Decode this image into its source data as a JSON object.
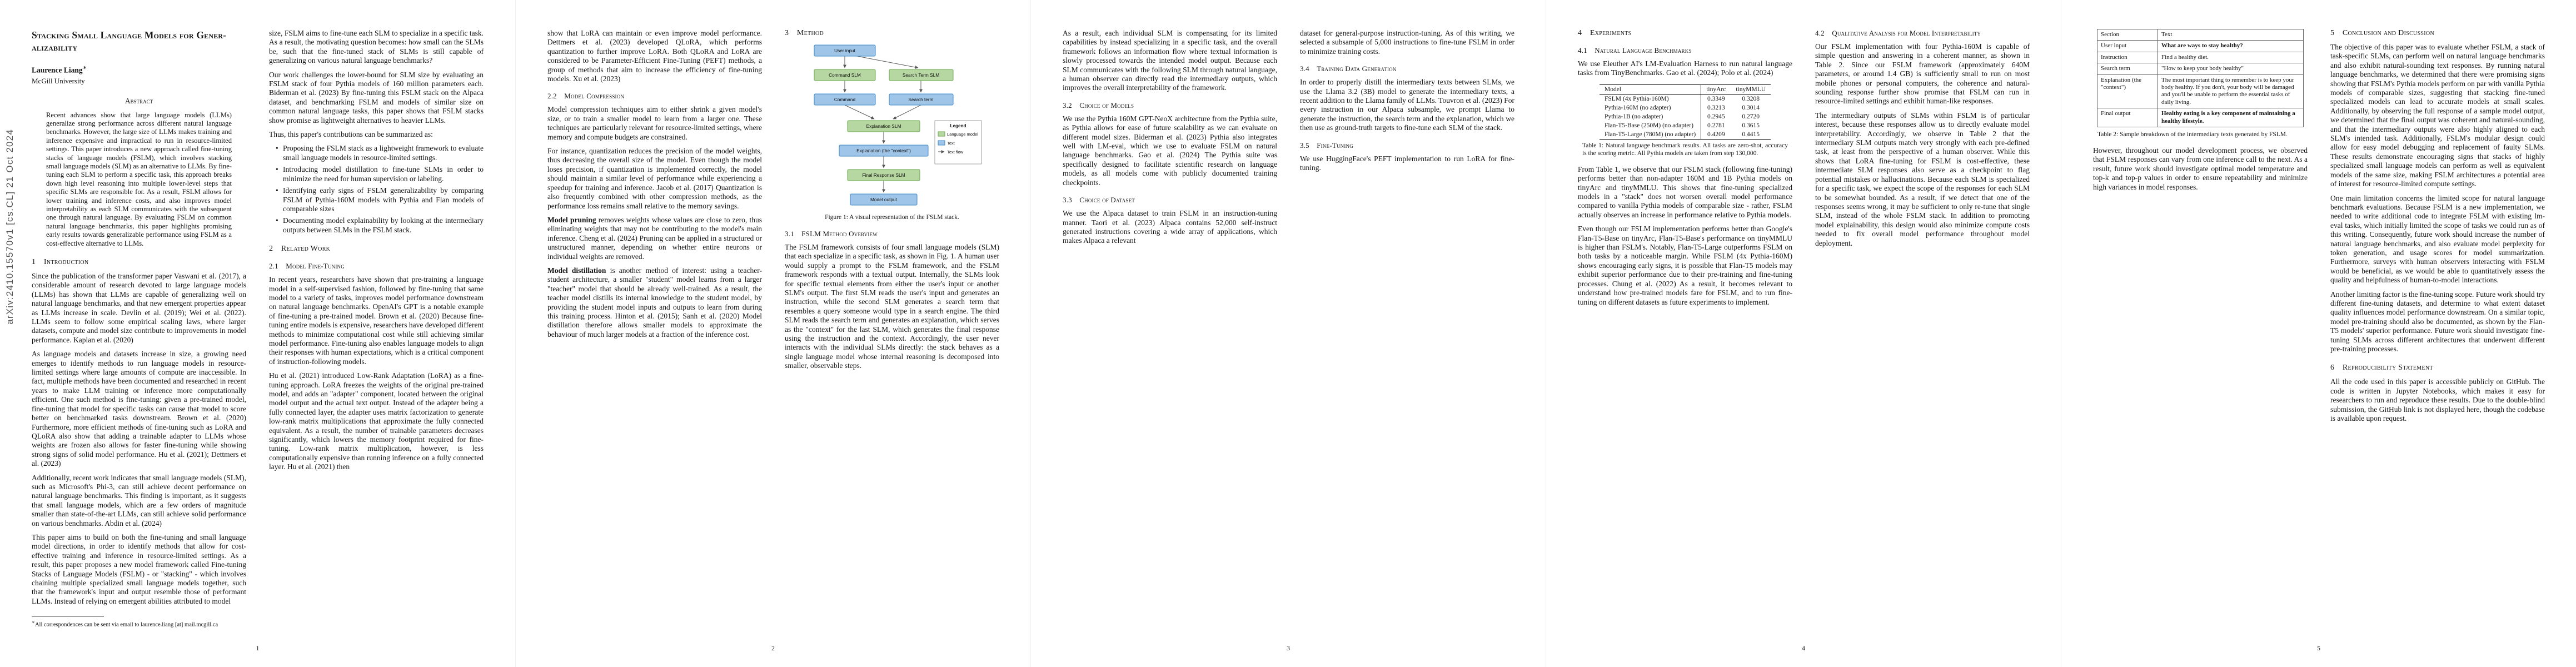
{
  "arxiv": {
    "banner": "arXiv:2410.15570v1  [cs.CL]  21 Oct 2024"
  },
  "title": {
    "line1": "Stacking Small Language Models for Gener-",
    "line2": "alizability"
  },
  "author": {
    "name": "Laurence Liang",
    "mark": "∗",
    "affiliation": "McGill University"
  },
  "footnote": {
    "mark": "∗",
    "text": "All correspondences can be sent via email to laurence.liang [at] mail.mcgill.ca"
  },
  "page_numbers": [
    "1",
    "2",
    "3",
    "4",
    "5"
  ],
  "headings": {
    "abstract": "Abstract",
    "s1": "1  Introduction",
    "s2": "2  Related Work",
    "s2_1": "2.1  Model Fine-Tuning",
    "s2_2": "2.2  Model Compression",
    "s3": "3  Method",
    "s3_1": "3.1  FSLM Method Overview",
    "s3_2": "3.2  Choice of Models",
    "s3_3": "3.3  Choice of Dataset",
    "s3_4": "3.4  Training Data Generation",
    "s3_5": "3.5  Fine-Tuning",
    "s4": "4  Experiments",
    "s4_1": "4.1  Natural Language Benchmarks",
    "s4_2": "4.2  Qualitative Analysis for Model Interpretability",
    "s5": "5  Conclusion and Discussion",
    "s6": "6  Reproducibility Statement"
  },
  "abstract_text": "Recent advances show that large language models (LLMs) generalize strong performance across different natural language benchmarks. However, the large size of LLMs makes training and inference expensive and impractical to run in resource-limited settings. This paper introduces a new approach called fine-tuning stacks of language models (FSLM), which involves stacking small language models (SLM) as an alternative to LLMs. By fine-tuning each SLM to perform a specific task, this approach breaks down high level reasoning into multiple lower-level steps that specific SLMs are responsible for. As a result, FSLM allows for lower training and inference costs, and also improves model interpretability as each SLM communicates with the subsequent one through natural language. By evaluating FSLM on common natural language benchmarks, this paper highlights promising early results towards generalizable performance using FSLM as a cost-effective alternative to LLMs.",
  "intro": {
    "p1": "Since the publication of the transformer paper Vaswani et al. (2017), a considerable amount of research devoted to large language models (LLMs) has shown that LLMs are capable of generalizing well on natural language benchmarks, and that new emergent properties appear as LLMs increase in scale. Devlin et al. (2019); Wei et al. (2022). LLMs seem to follow some empirical scaling laws, where larger datasets, compute and model size contribute to improvements in model performance. Kaplan et al. (2020)",
    "p2": "As language models and datasets increase in size, a growing need emerges to identify methods to run language models in resource-limited settings where large amounts of compute are inaccessible. In fact, multiple methods have been documented and researched in recent years to make LLM training or inference more computationally efficient. One such method is fine-tuning: given a pre-trained model, fine-tuning that model for specific tasks can cause that model to score better on benchmarked tasks downstream. Brown et al. (2020) Furthermore, more efficient methods of fine-tuning such as LoRA and QLoRA also show that adding a trainable adapter to LLMs whose weights are frozen also allows for faster fine-tuning while showing strong signs of solid model performance. Hu et al. (2021); Dettmers et al. (2023)",
    "p3": "Additionally, recent work indicates that small language models (SLM), such as Microsoft's Phi-3, can still achieve decent performance on natural language benchmarks. This finding is important, as it suggests that small language models, which are a few orders of magnitude smaller than state-of-the-art LLMs, can still achieve solid performance on various benchmarks. Abdin et al. (2024)",
    "p4": "This paper aims to build on both the fine-tuning and small language model directions, in order to identify methods that allow for cost-effective training and inference in resource-limited settings. As a result, this paper proposes a new model framework called Fine-tuning Stacks of Language Models (FSLM) - or \"stacking\" - which involves chaining multiple specialized small language models together, such that the framework's input and output resemble those of performant LLMs. Instead of relying on emergent abilities attributed to model"
  },
  "contrib": {
    "cont": "size, FSLM aims to fine-tune each SLM to specialize in a specific task. As a result, the motivating question becomes: how small can the SLMs be, such that the fine-tuned stack of SLMs is still capable of generalizing on various natural language benchmarks?",
    "p2": "Our work challenges the lower-bound for SLM size by evaluating an FSLM stack of four Pythia models of 160 million parameters each. Biderman et al. (2023) By fine-tuning this FSLM stack on the Alpaca dataset, and benchmarking FSLM and models of similar size on common natural language tasks, this paper shows that FSLM stacks show promise as lightweight alternatives to heavier LLMs.",
    "lead": "Thus, this paper's contributions can be summarized as:",
    "bullets": [
      "Proposing the FSLM stack as a lightweight framework to evaluate small language models in resource-limited settings.",
      "Introducing model distillation to fine-tune SLMs in order to minimize the need for human supervision or labeling.",
      "Identifying early signs of FSLM generalizability by comparing FSLM of Pythia-160M models with Pythia and Flan models of comparable sizes",
      "Documenting model explainability by looking at the intermediary outputs between SLMs in the FSLM stack."
    ]
  },
  "related": {
    "ft_p1": "In recent years, researchers have shown that pre-training a language model in a self-supervised fashion, followed by fine-tuning that same model to a variety of tasks, improves model performance downstream on natural language benchmarks. OpenAI's GPT is a notable example of fine-tuning a pre-trained model. Brown et al. (2020) Because fine-tuning entire models is expensive, researchers have developed different methods to minimize computational cost while still achieving similar model performance. Fine-tuning also enables language models to align their responses with human expectations, which is a critical component of instruction-following models.",
    "ft_p2a": "Hu et al. (2021) introduced Low-Rank Adaptation (LoRA) as a fine-tuning approach. LoRA freezes the weights of the original pre-trained model, and adds an \"adapter\" component, located between the original model output and the actual text output. Instead of the adapter being a fully connected layer, the adapter uses matrix factorization to generate low-rank matrix multiplications that approximate the fully connected equivalent. As a result, the number of trainable parameters decreases significantly, which lowers the memory footprint required for fine-tuning. Low-rank matrix multiplication, however, is less computationally expensive than running inference on a fully connected layer. Hu et al. (2021) then",
    "ft_p2b": "show that LoRA can maintain or even improve model performance. Dettmers et al. (2023) developed QLoRA, which performs quantization to further improve LoRA. Both QLoRA and LoRA are considered to be Parameter-Efficient Fine-Tuning (PEFT) methods, a group of methods that aim to increase the efficiency of fine-tuning models. Xu et al. (2023)",
    "mc_p1": "Model compression techniques aim to either shrink a given model's size, or to train a smaller model to learn from a larger one. These techniques are particularly relevant for resource-limited settings, where memory and compute budgets are constrained.",
    "mc_p2": "For instance, quantization reduces the precision of the model weights, thus decreasing the overall size of the model. Even though the model loses precision, if quantization is implemented correctly, the model should maintain a similar level of performance while experiencing a speedup for training and inference. Jacob et al. (2017) Quantization is also frequently combined with other compression methods, as the performance loss remains small relative to the memory savings.",
    "mc_p3_lead": "Model pruning",
    "mc_p3_rest": " removes weights whose values are close to zero, thus eliminating weights that may not be contributing to the model's main inference. Cheng et al. (2024) Pruning can be applied in a structured or unstructured manner, depending on whether entire neurons or individual weights are removed.",
    "mc_p4_lead": "Model distillation",
    "mc_p4_rest": " is another method of interest: using a teacher-student architecture, a smaller \"student\" model learns from a larger \"teacher\" model that should be already well-trained. As a result, the teacher model distills its internal knowledge to the student model, by providing the student model inputs and outputs to learn from during this training process. Hinton et al. (2015); Sanh et al. (2020) Model distillation therefore allows smaller models to approximate the behaviour of much larger models at a fraction of the inference cost."
  },
  "figure1": {
    "caption": "Figure 1: A visual representation of the FSLM stack.",
    "nodes": {
      "user_input": "User input",
      "command_slm": "Command SLM",
      "search_slm": "Search Term SLM",
      "command": "Command",
      "search_term": "Search term",
      "explanation_slm": "Explanation SLM",
      "explanation": "Explanation (the \"context\")",
      "response_slm": "Final Response SLM",
      "model_output": "Model output"
    },
    "legend": {
      "title": "Legend",
      "lm": "Language model",
      "text": "Text",
      "flow": "Text flow"
    },
    "colors": {
      "lm": "#b7d7a2",
      "text": "#9fc5e8"
    }
  },
  "method": {
    "overview_a": "The FSLM framework consists of four small language models (SLM) that each specialize in a specific task, as shown in Fig. 1. A human user would supply a prompt to the FSLM framework, and the FSLM framework responds with a textual output. Internally, the SLMs look for specific textual elements from either the user's input or another SLM's output. The first SLM reads the user's input and generates an instruction, while the second SLM generates a search term that resembles a query someone would type in a search engine. The third SLM reads the search term and generates an explanation, which serves as the \"context\" for the last SLM, which generates the final response using the instruction and the context. Accordingly, the user never interacts with the individual SLMs directly: the stack behaves as a single language model whose internal reasoning is decomposed into smaller, observable steps.",
    "overview_b": "As a result, each individual SLM is compensating for its limited capabilities by instead specializing in a specific task, and the overall framework follows an information flow where textual information is slowly processed towards the intended model output. Because each SLM communicates with the following SLM through natural language, a human observer can directly read the intermediary outputs, which improves the overall interpretability of the framework.",
    "models": "We use the Pythia 160M GPT-NeoX architecture from the Pythia suite, as Pythia allows for ease of future scalability as we can evaluate on different model sizes. Biderman et al. (2023) Pythia also integrates well with LM-eval, which we use to evaluate FSLM on natural language benchmarks. Gao et al. (2024) The Pythia suite was specifically designed to facilitate scientific research on language models, as all models come with publicly documented training checkpoints.",
    "dataset_a": "We use the Alpaca dataset to train FSLM in an instruction-tuning manner. Taori et al. (2023) Alpaca contains 52,000 self-instruct generated instructions covering a wide array of applications, which makes Alpaca a relevant",
    "dataset_b": "dataset for general-purpose instruction-tuning. As of this writing, we selected a subsample of 5,000 instructions to fine-tune FSLM in order to minimize training costs.",
    "datagen": "In order to properly distill the intermediary texts between SLMs, we use the Llama 3.2 (3B) model to generate the intermediary texts, a recent addition to the Llama family of LLMs. Touvron et al. (2023) For every instruction in our Alpaca subsample, we prompt Llama to generate the instruction, the search term and the explanation, which we then use as ground-truth targets to fine-tune each SLM of the stack.",
    "finetune": "We use HuggingFace's PEFT implementation to run LoRA for fine-tuning."
  },
  "experiments": {
    "bench_intro": "We use Eleuther AI's LM-Evaluation Harness to run natural language tasks from TinyBenchmarks. Gao et al. (2024); Polo et al. (2024)",
    "disc_a": "From Table 1, we observe that our FSLM stack (following fine-tuning) performs better than non-adapter 160M and 1B Pythia models on tinyArc and tinyMMLU. This shows that fine-tuning specialized models in a \"stack\" does not worsen overall model performance compared to vanilla Pythia models of comparable size - rather, FSLM actually observes an increase in performance relative to Pythia models.",
    "disc_b": "Even though our FSLM implementation performs better than Google's Flan-T5-Base on tinyArc, Flan-T5-Base's performance on tinyMMLU is higher than FSLM's. Notably, Flan-T5-Large outperforms FSLM on both tasks by a noticeable margin. While FSLM (4x Pythia-160M) shows encouraging early signs, it is possible that Flan-T5 models may exhibit superior performance due to their pre-training and fine-tuning processes. Chung et al. (2022) As a result, it becomes relevant to understand how pre-trained models fare for FSLM, and to run fine-tuning on different datasets as future experiments to implement.",
    "qual_p1": "Our FSLM implementation with four Pythia-160M is capable of simple question and answering in a coherent manner, as shown in Table 2. Since our FSLM framework (approximately 640M parameters, or around 1.4 GB) is sufficiently small to run on most mobile phones or personal computers, the coherence and natural-sounding response further show promise that FSLM can run in resource-limited settings and exhibit human-like responses.",
    "qual_p2": "The intermediary outputs of SLMs within FSLM is of particular interest, because these responses allow us to directly evaluate model interpretability. Accordingly, we observe in Table 2 that the intermediary SLM outputs match very strongly with each pre-defined task, at least from the perspective of a human observer. While this shows that LoRA fine-tuning for FSLM is cost-effective, these intermediate SLM responses also serve as a checkpoint to flag potential mistakes or hallucinations. Because each SLM is specialized for a specific task, we expect the scope of the responses for each SLM to be somewhat bounded. As a result, if we detect that one of the responses seems wrong, it may be sufficient to only re-tune that single SLM, instead of the whole FSLM stack. In addition to promoting model explainability, this design would also minimize compute costs needed to fix overall model performance throughout model deployment."
  },
  "table1": {
    "caption": "Table 1: Natural language benchmark results. All tasks are zero-shot, accuracy is the scoring metric. All Pythia models are taken from step 130,000.",
    "headers": {
      "model": "Model",
      "tinyarc": "tinyArc",
      "tinymmlu": "tinyMMLU"
    },
    "rows": [
      {
        "model": "FSLM (4x Pythia-160M)",
        "tinyarc": "0.3349",
        "tinymmlu": "0.3208"
      },
      {
        "model": "Pythia-160M (no adapter)",
        "tinyarc": "0.3213",
        "tinymmlu": "0.3014"
      },
      {
        "model": "Pythia-1B (no adapter)",
        "tinyarc": "0.2945",
        "tinymmlu": "0.2720"
      },
      {
        "model": "Flan-T5-Base (250M) (no adapter)",
        "tinyarc": "0.2781",
        "tinymmlu": "0.3615"
      },
      {
        "model": "Flan-T5-Large (780M) (no adapter)",
        "tinyarc": "0.4209",
        "tinymmlu": "0.4415"
      }
    ]
  },
  "table2": {
    "caption": "Table 2: Sample breakdown of the intermediary texts generated by FSLM.",
    "headers": {
      "section": "Section",
      "text": "Text"
    },
    "rows": [
      {
        "section": "User input",
        "text": "What are ways to stay healthy?"
      },
      {
        "section": "Instruction",
        "text": "Find a healthy diet."
      },
      {
        "section": "Search term",
        "text": "\"How to keep your body healthy\""
      },
      {
        "section": "Explanation (the \"context\")",
        "text": "The most important thing to remember is to keep your body healthy. If you don't, your body will be damaged and you'll be unable to perform the essential tasks of daily living."
      },
      {
        "section": "Final output",
        "text": "Healthy eating is a key component of maintaining a healthy lifestyle."
      }
    ]
  },
  "discussion": {
    "variance": "However, throughout our model development process, we observed that FSLM responses can vary from one inference call to the next. As a result, future work should investigate optimal model temperature and top-k and top-p values in order to ensure repeatability and minimize high variances in model responses.",
    "c_p1": "The objective of this paper was to evaluate whether FSLM, a stack of task-specific SLMs, can perform well on natural language benchmarks and also exhibit natural-sounding text responses. By running natural language benchmarks, we determined that there were promising signs showing that FSLM's Pythia models perform on par with vanilla Pythia models of comparable sizes, suggesting that stacking fine-tuned specialized models can lead to accurate models at small scales. Additionally, by observing the full response of a sample model output, we determined that the final output was coherent and natural-sounding, and that the intermediary outputs were also highly aligned to each SLM's intended task. Additionally, FSLM's modular design could allow for easy model debugging and replacement of faulty SLMs. These results demonstrate encouraging signs that stacks of highly specialized small language models can perform as well as equivalent models of the same size, making FSLM architectures a potential area of interest for resource-limited compute settings.",
    "c_p2": "One main limitation concerns the limited scope for natural language benchmark evaluations. Because FSLM is a new implementation, we needed to write additional code to integrate FSLM with existing lm-eval tasks, which initially limited the scope of tasks we could run as of this writing. Consequently, future work should increase the number of natural language benchmarks, and also evaluate model perplexity for token generation, and usage scores for model summarization. Furthermore, surveys with human observers interacting with FSLM would be beneficial, as we would be able to quantitatively assess the quality and helpfulness of human-to-model interactions.",
    "c_p3": "Another limiting factor is the fine-tuning scope. Future work should try different fine-tuning datasets, and determine to what extent dataset quality influences model performance downstream. On a similar topic, model pre-training should also be documented, as shown by the Flan-T5 models' superior performance. Future work should investigate fine-tuning SLMs across different architectures that underwent different pre-training processes.",
    "repro": "All the code used in this paper is accessible publicly on GitHub. The code is written in Jupyter Notebooks, which makes it easy for researchers to run and reproduce these results. Due to the double-blind submission, the GitHub link is not displayed here, though the codebase is available upon request."
  }
}
